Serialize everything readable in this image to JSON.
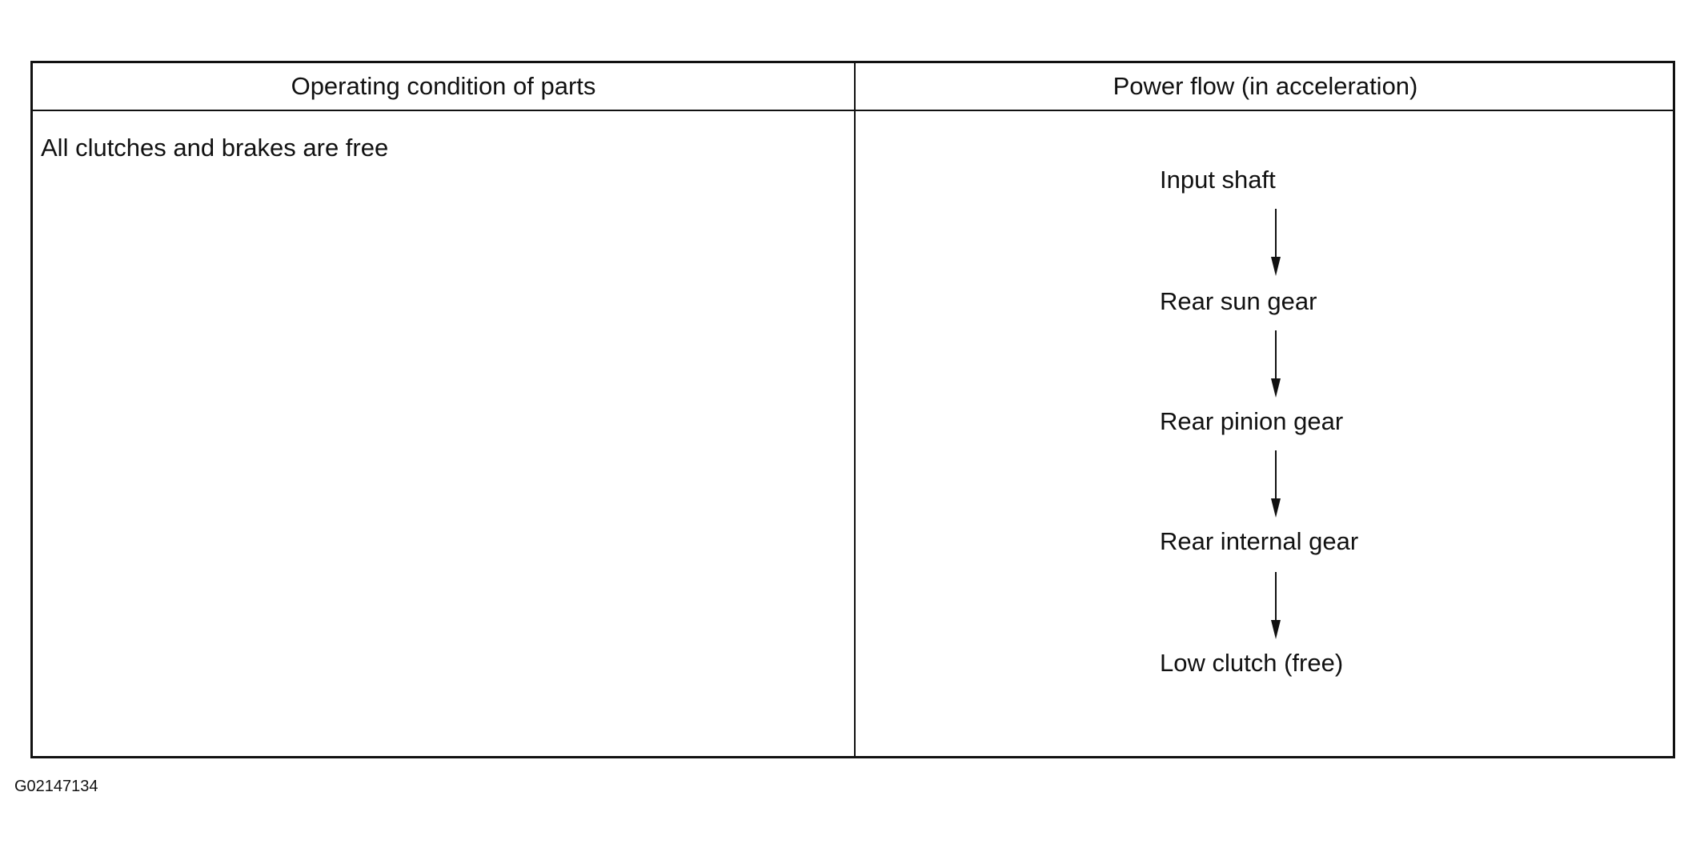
{
  "table": {
    "headers": [
      "Operating condition of parts",
      "Power flow (in acceleration)"
    ],
    "condition": "All clutches and brakes are free",
    "power_flow": [
      "Input shaft",
      "Rear sun gear",
      "Rear pinion gear",
      "Rear internal gear",
      "Low clutch (free)"
    ]
  },
  "figure_code": "G02147134"
}
